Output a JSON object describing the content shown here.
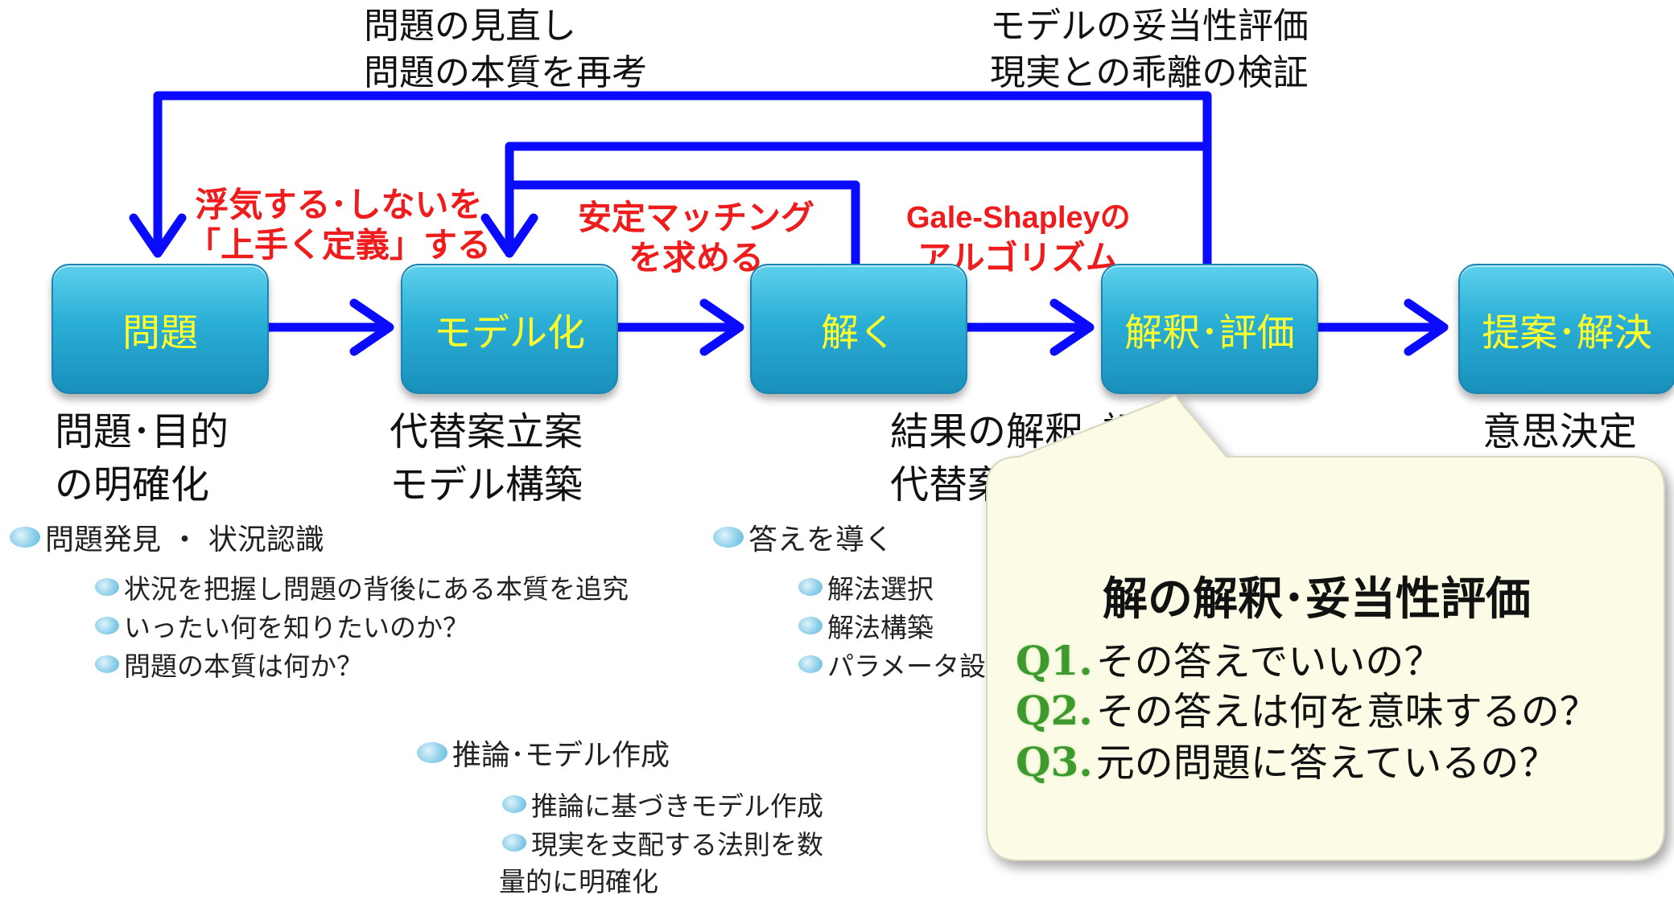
{
  "top_notes": {
    "left_line1": "問題の見直し",
    "left_line2": "問題の本質を再考",
    "right_line1": "モデルの妥当性評価",
    "right_line2": "現実との乖離の検証"
  },
  "red_notes": {
    "note1_line1": "浮気する･しないを",
    "note1_line2": "「上手く定義」する",
    "note2_line1": "安定マッチング",
    "note2_line2": "を求める",
    "note3_line1": "Gale-Shapleyの",
    "note3_line2": "アルゴリズム"
  },
  "boxes": {
    "problem": "問題",
    "modeling": "モデル化",
    "solve": "解く",
    "interpret": "解釈･評価",
    "propose": "提案･解決"
  },
  "under_labels": {
    "problem_line1": "問題･目的",
    "problem_line2": "の明確化",
    "modeling_line1": "代替案立案",
    "modeling_line2": "モデル構築",
    "interpret_line1": "結果の解釈･評",
    "interpret_line2": "代替案",
    "propose_line1": "意思決定"
  },
  "bullets": {
    "group1_head": "問題発見 ・ 状況認識",
    "group1_items": [
      "状況を把握し問題の背後にある本質を追究",
      "いったい何を知りたいのか？",
      "問題の本質は何か？"
    ],
    "group2_head": "答えを導く",
    "group2_items": [
      "解法選択",
      "解法構築",
      "パラメータ設"
    ],
    "group3_head": "推論･モデル作成",
    "group3_item1": "推論に基づきモデル作成",
    "group3_item2_line1": "現実を支配する法則を数",
    "group3_item2_line2": "量的に明確化"
  },
  "callout": {
    "title": "解の解釈･妥当性評価",
    "q1_label": "Q1.",
    "q1_text": "その答えでいいの？",
    "q2_label": "Q2.",
    "q2_text": "その答えは何を意味するの？",
    "q3_label": "Q3.",
    "q3_text": "元の問題に答えているの？"
  },
  "colors": {
    "arrow": "#0a0aff",
    "box_text": "#ffff2a",
    "red_note": "#ee1c1c",
    "q_label": "#3e9a2c",
    "callout_fill": "#fbfbe6"
  }
}
